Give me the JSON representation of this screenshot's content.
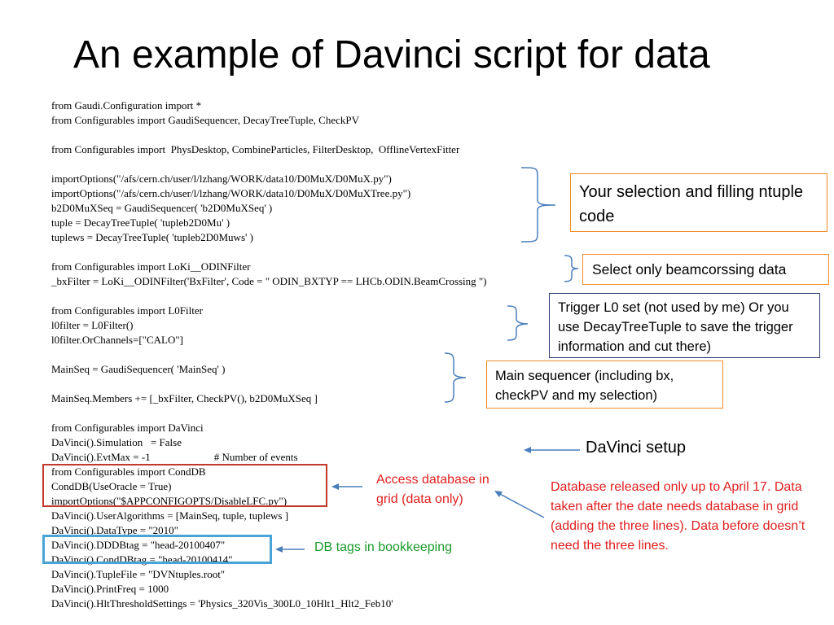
{
  "title": "An example of Davinci script for data",
  "code": {
    "lines": [
      "from Gaudi.Configuration import *",
      "from Configurables import GaudiSequencer, DecayTreeTuple, CheckPV",
      "",
      "from Configurables import  PhysDesktop, CombineParticles, FilterDesktop,  OfflineVertexFitter",
      "",
      "importOptions(\"/afs/cern.ch/user/l/lzhang/WORK/data10/D0MuX/D0MuX.py\")",
      "importOptions(\"/afs/cern.ch/user/l/lzhang/WORK/data10/D0MuX/D0MuXTree.py\")",
      "b2D0MuXSeq = GaudiSequencer( 'b2D0MuXSeq' )",
      "tuple = DecayTreeTuple( 'tupleb2D0Mu' )",
      "tuplews = DecayTreeTuple( 'tupleb2D0Muws' )",
      "",
      "from Configurables import LoKi__ODINFilter",
      "_bxFilter = LoKi__ODINFilter('BxFilter', Code = \" ODIN_BXTYP == LHCb.ODIN.BeamCrossing \")",
      "",
      "from Configurables import L0Filter",
      "l0filter = L0Filter()",
      "l0filter.OrChannels=[\"CALO\"]",
      "",
      "MainSeq = GaudiSequencer( 'MainSeq' )",
      "",
      "MainSeq.Members += [_bxFilter, CheckPV(), b2D0MuXSeq ]",
      "",
      "from Configurables import DaVinci",
      "DaVinci().Simulation   = False",
      "DaVinci().EvtMax = -1                        # Number of events",
      "from Configurables import CondDB",
      "CondDB(UseOracle = True)",
      "importOptions(\"$APPCONFIGOPTS/DisableLFC.py\")",
      "DaVinci().UserAlgorithms = [MainSeq, tuple, tuplews ]",
      "DaVinci().DataType = \"2010\"",
      "DaVinci().DDDBtag = \"head-20100407\"",
      "DaVinci().CondDBtag = \"head-20100414\"",
      "DaVinci().TupleFile = \"DVNtuples.root\"",
      "DaVinci().PrintFreq = 1000",
      "DaVinci().HltThresholdSettings = 'Physics_320Vis_300L0_10Hlt1_Hlt2_Feb10'"
    ]
  },
  "callouts": {
    "selection": "Your selection and filling ntuple code",
    "beamcrossing": "Select only beamcorssing data",
    "trigger": "Trigger L0 set (not used by me) Or you use DecayTreeTuple to save the trigger information and cut there)",
    "main_sequencer": "Main sequencer (including bx, checkPV and my selection)",
    "davinci_setup": "DaVinci setup",
    "access_database": "Access database in grid (data only)",
    "database_note": "Database released only up to April 17. Data taken after the date needs database in grid (adding the three lines). Data before doesn’t need the three lines.",
    "db_tags": "DB tags in bookkeeping"
  },
  "colors": {
    "orange_border": "#f28c28",
    "navy_border": "#2b3b6b",
    "brace_blue": "#4a7ebb",
    "red_text": "#e02020",
    "green_text": "#1a9a2a",
    "red_box": "#c0392b",
    "blue_box": "#4aa3d6"
  }
}
